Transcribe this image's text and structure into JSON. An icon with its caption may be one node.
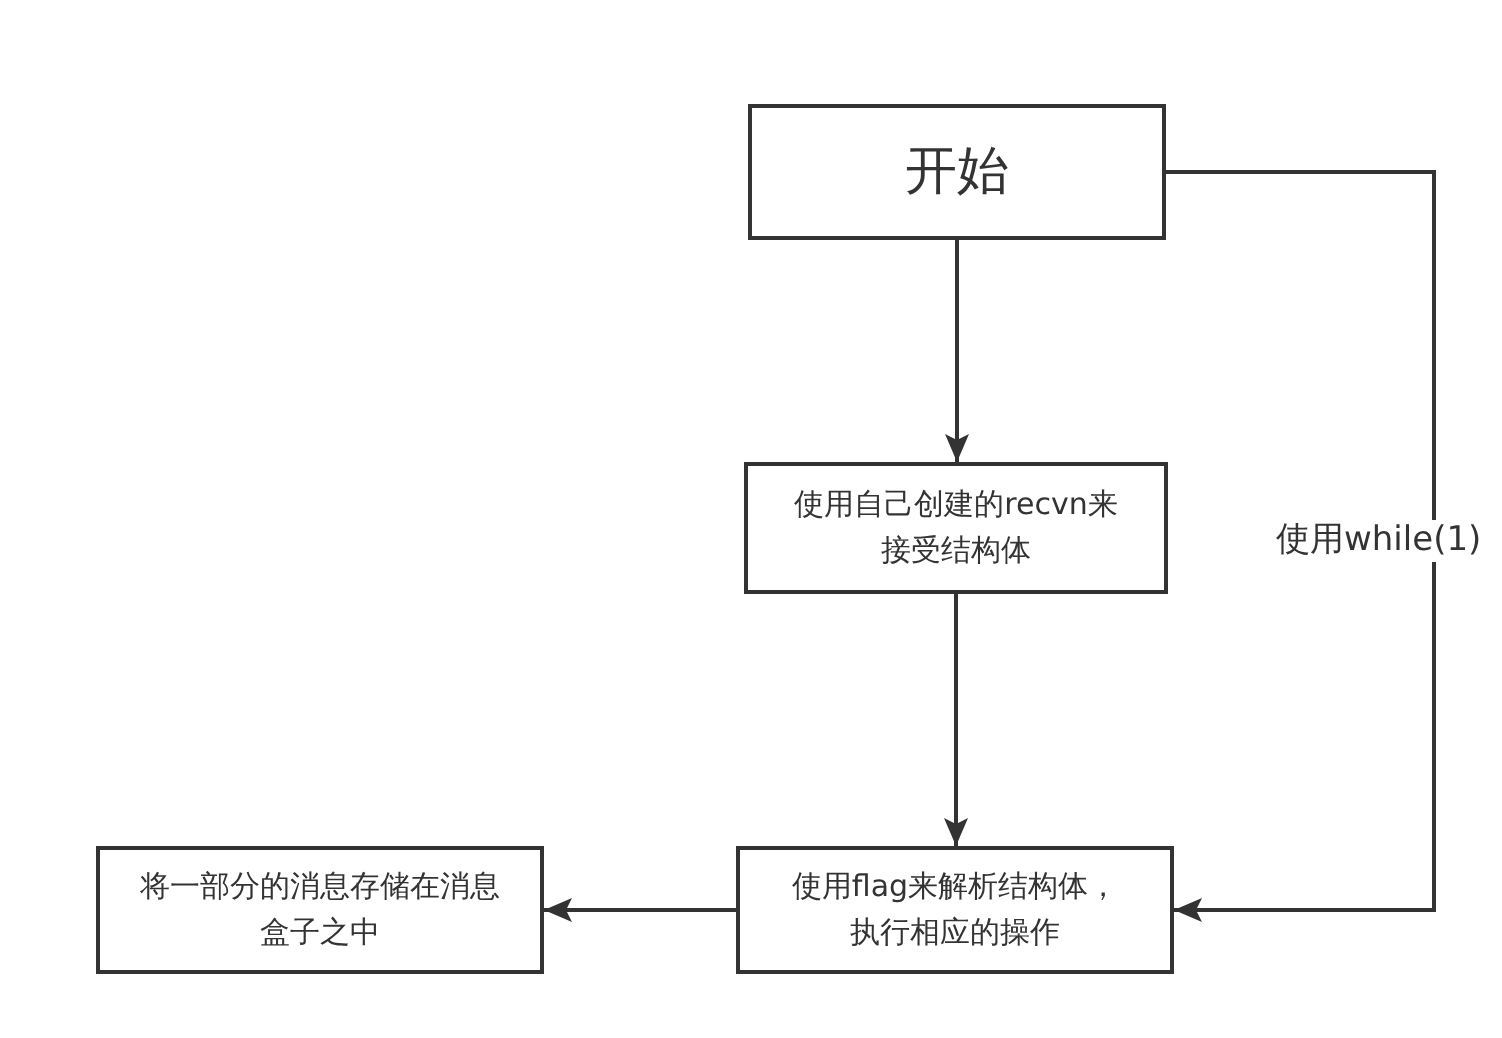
{
  "diagram": {
    "nodes": [
      {
        "text": [
          "开始"
        ]
      },
      {
        "text": [
          "使用自己创建的recvn来接受结构体"
        ]
      },
      {
        "text": [
          "使用flag来解析结构体，执行相应的操作"
        ]
      },
      {
        "text": [
          "将一部分的消息存储在消息盒子之中"
        ]
      }
    ],
    "edges": [
      {
        "from": 0,
        "to": 1,
        "arrow": "to"
      },
      {
        "from": 1,
        "to": 2,
        "arrow": "to"
      },
      {
        "from": 2,
        "to": 3,
        "arrow": "to"
      },
      {
        "from": 0,
        "to": 2,
        "arrow": "to",
        "label": "使用while(1)"
      }
    ]
  }
}
